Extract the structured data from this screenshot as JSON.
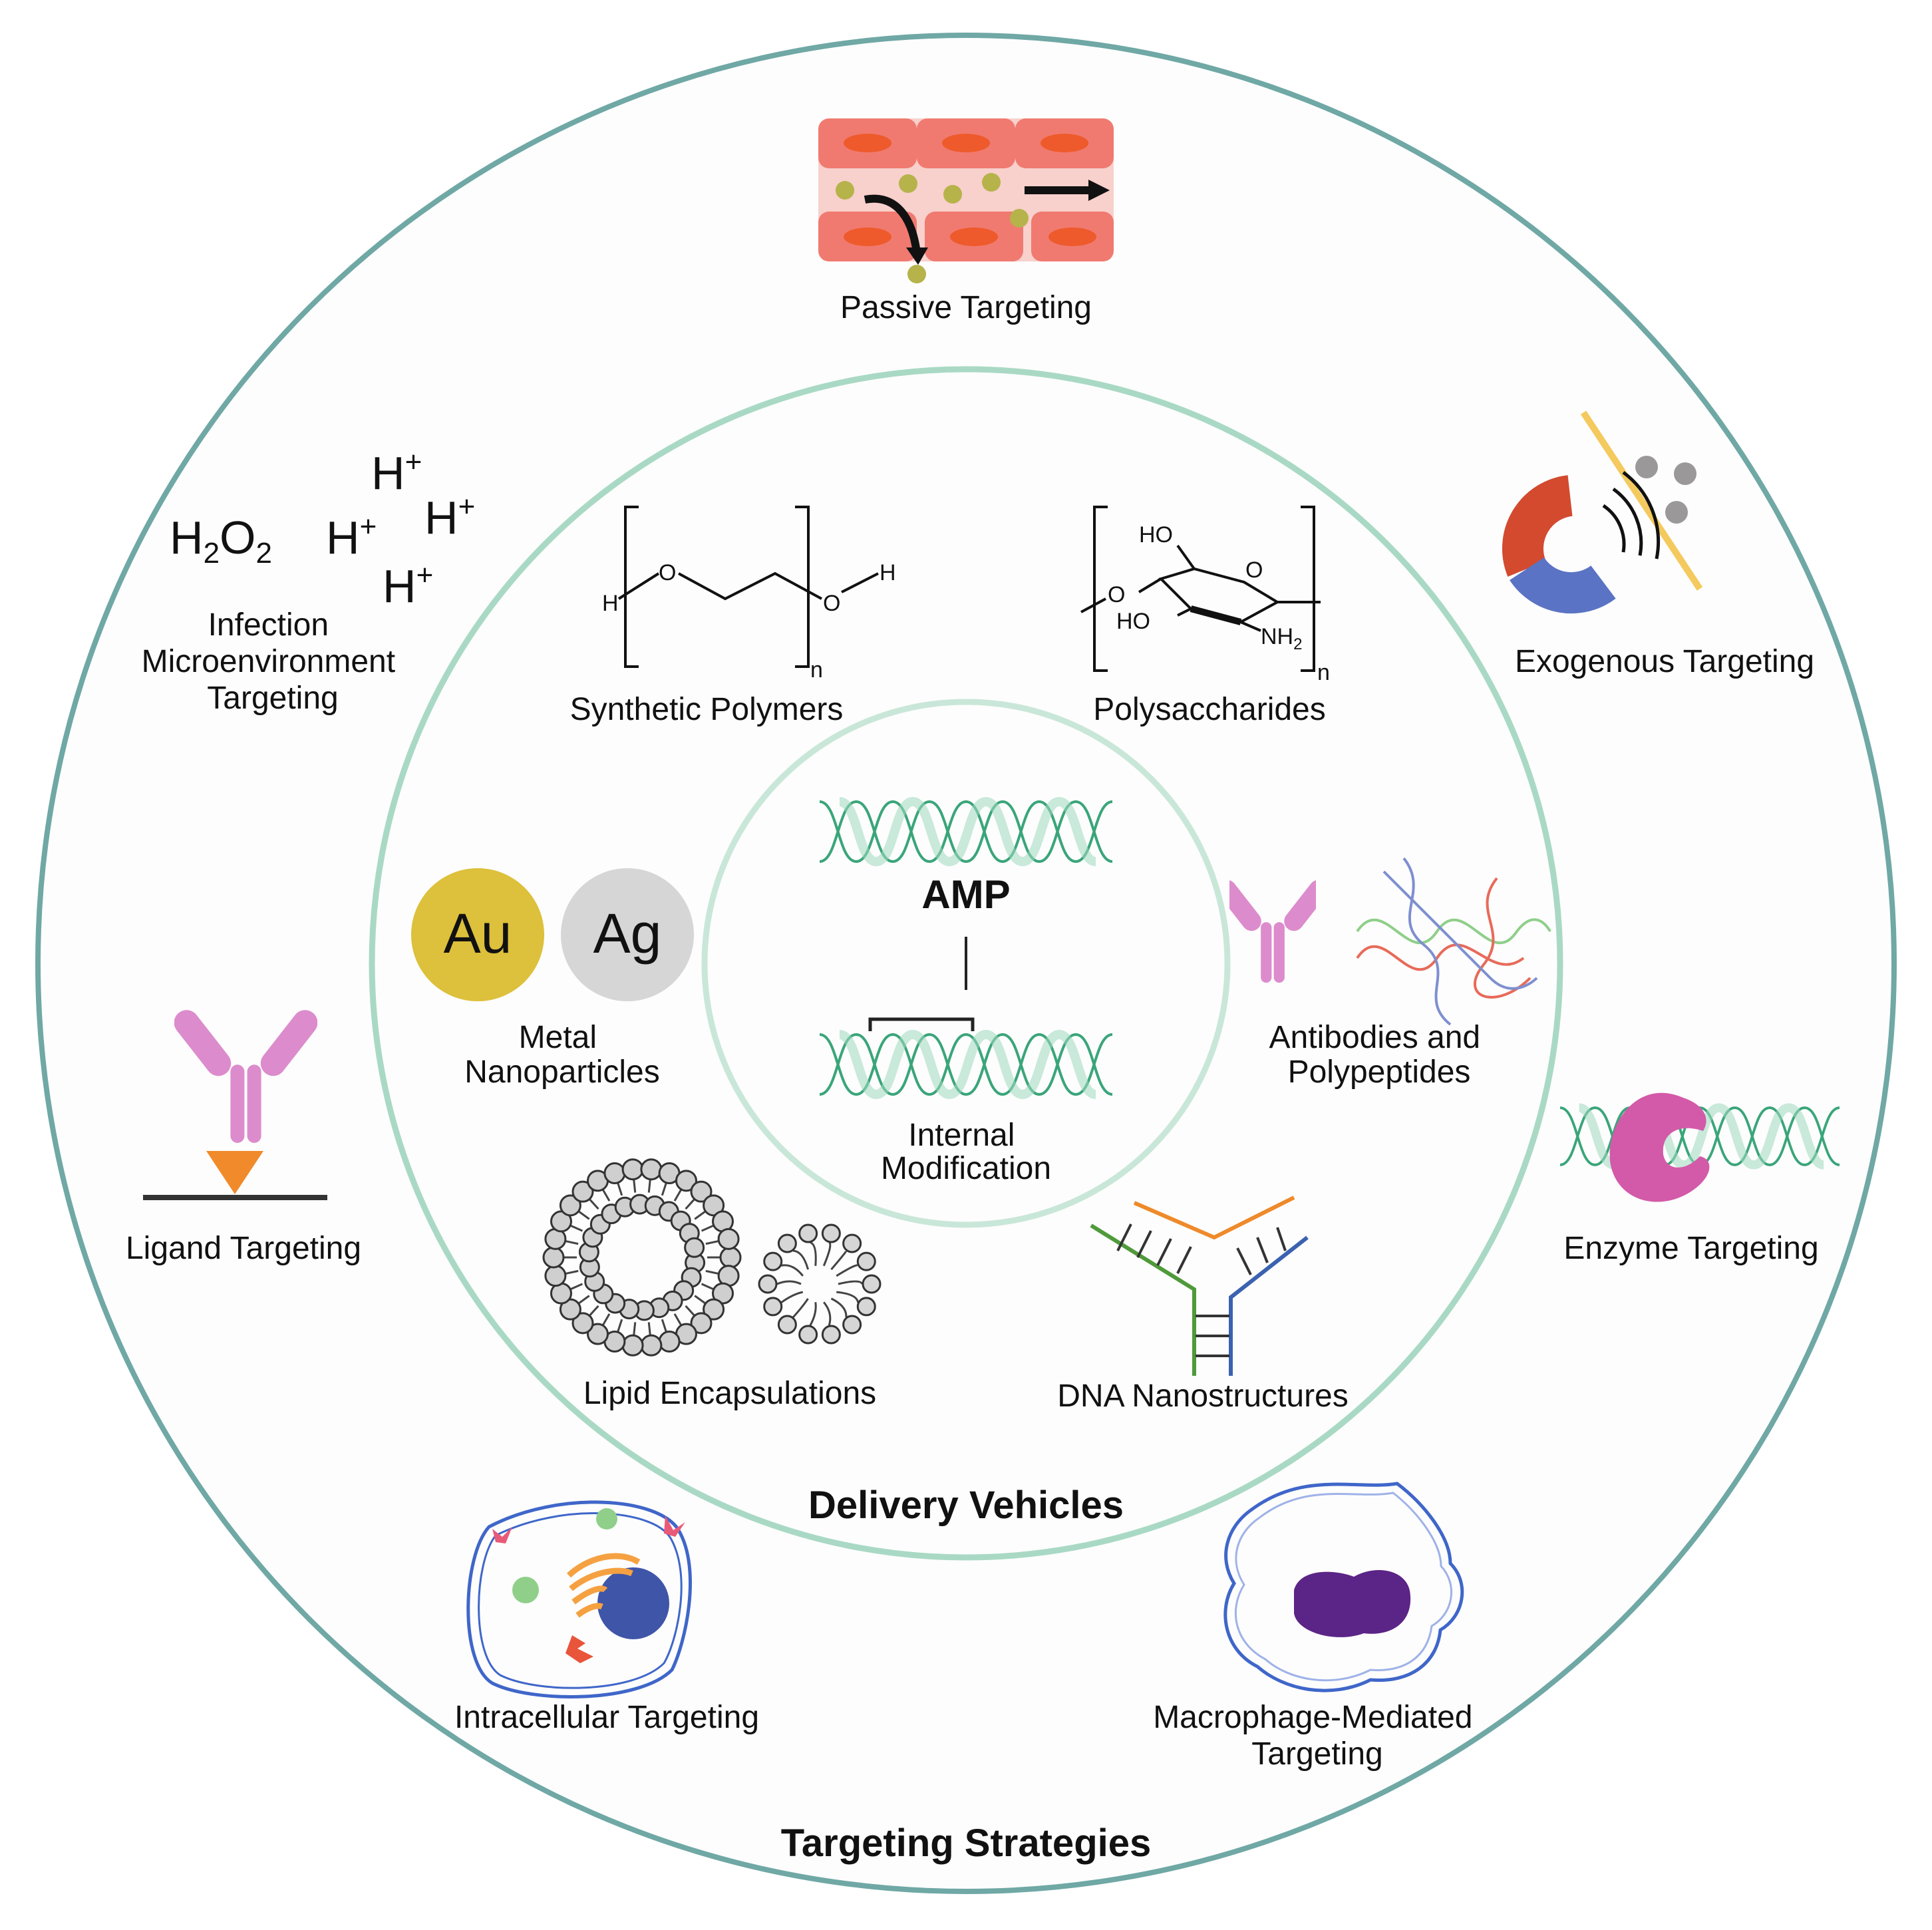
{
  "center": {
    "title": "AMP",
    "modification_label": [
      "Internal",
      "Modification"
    ]
  },
  "delivery": {
    "title": "Delivery Vehicles",
    "synthetic_polymers": {
      "label": "Synthetic Polymers",
      "atom_h": "H",
      "atom_o": "O",
      "repeat": "n"
    },
    "polysaccharides": {
      "label": "Polysaccharides",
      "ho": "HO",
      "o": "O",
      "nh": "NH",
      "sub2": "2",
      "repeat": "n"
    },
    "metal_np": {
      "label": [
        "Metal",
        "Nanoparticles"
      ],
      "au": "Au",
      "ag": "Ag"
    },
    "antibodies": {
      "label": [
        "Antibodies and",
        "Polypeptides"
      ]
    },
    "lipid": {
      "label": "Lipid Encapsulations"
    },
    "dna_nano": {
      "label": "DNA Nanostructures"
    }
  },
  "targeting": {
    "title": "Targeting Strategies",
    "passive": {
      "label": "Passive Targeting"
    },
    "infection": {
      "label": [
        "Infection",
        "Microenvironment",
        "Targeting"
      ],
      "h": "H",
      "o": "O",
      "sub2": "2",
      "plus": "+"
    },
    "exogenous": {
      "label": "Exogenous Targeting"
    },
    "ligand": {
      "label": "Ligand Targeting"
    },
    "enzyme": {
      "label": "Enzyme Targeting"
    },
    "intracellular": {
      "label": "Intracellular Targeting"
    },
    "macrophage": {
      "label": [
        "Macrophage-Mediated",
        "Targeting"
      ]
    }
  },
  "colors": {
    "outer_ring": "#6fa8a5",
    "inner_ring": "#a9d9c4",
    "helix": "#3aa57a",
    "vessel": "#f07a70",
    "vessel_nucleus": "#ee5a2b",
    "particle": "#b5b34a",
    "gold": "#ddc03b",
    "silver": "#d6d6d6",
    "antibody": "#dc8ccc",
    "enzyme": "#d35aa8",
    "magnet_red": "#d34a2f",
    "magnet_blue": "#5a73c4",
    "ligand_triangle": "#f08a2a",
    "nucleus_blue": "#3f55a8",
    "golgi": "#f5a142",
    "macrophage_nucleus": "#5b2487"
  }
}
